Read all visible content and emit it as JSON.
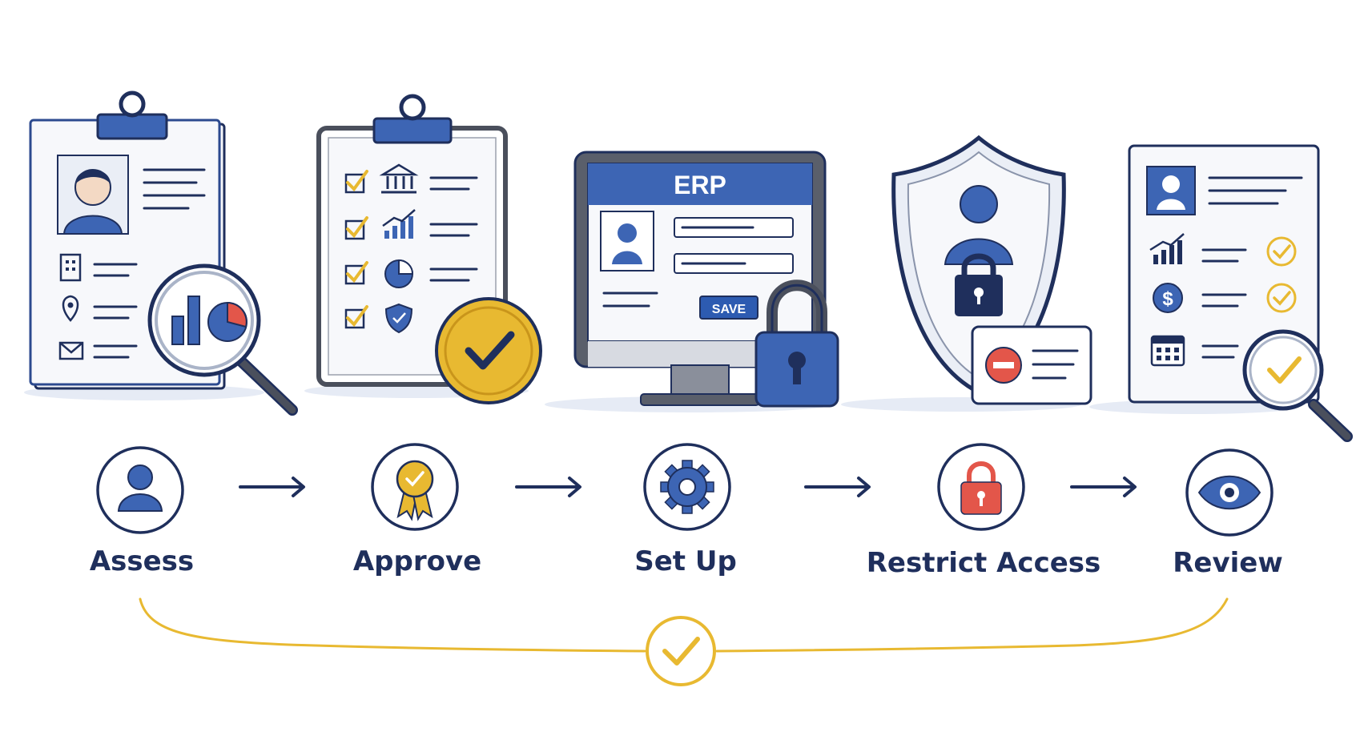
{
  "diagram": {
    "steps": [
      {
        "label": "Assess",
        "icon": "person-icon"
      },
      {
        "label": "Approve",
        "icon": "award-ribbon-icon"
      },
      {
        "label": "Set Up",
        "icon": "gear-icon"
      },
      {
        "label": "Restrict Access",
        "icon": "padlock-icon"
      },
      {
        "label": "Review",
        "icon": "eye-icon"
      }
    ],
    "illustrations": [
      {
        "name": "vendor-profile-clipboard"
      },
      {
        "name": "approval-checklist"
      },
      {
        "name": "erp-monitor",
        "header_text": "ERP",
        "button_text": "SAVE"
      },
      {
        "name": "security-shield"
      },
      {
        "name": "review-report"
      }
    ],
    "colors": {
      "navy": "#1f2f5c",
      "blue": "#3d65b4",
      "gold": "#e8b931",
      "red": "#e3564a",
      "paper": "#f7f8fb"
    }
  }
}
